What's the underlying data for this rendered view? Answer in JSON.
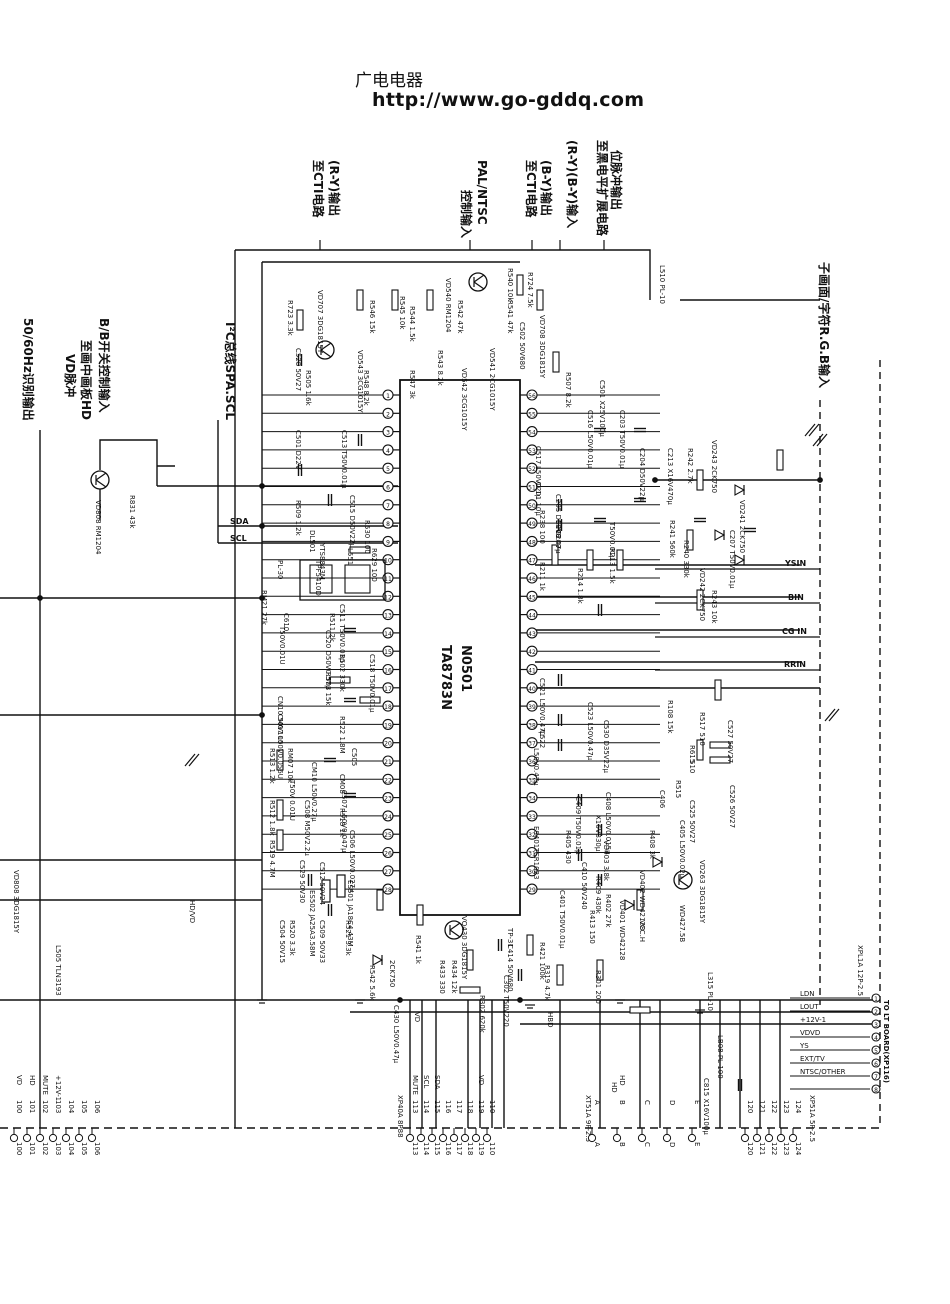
{
  "header": {
    "site_name": "广电电器",
    "url": "http://www.go-gddq.com"
  },
  "ic": {
    "designator": "N0501",
    "part_number": "TA8783N"
  },
  "vertical_labels": {
    "ry_out": "(R-Y)输出",
    "ry_out_dest": "至CTI电路",
    "pal_ntsc": "PAL/NTSC",
    "pal_ntsc_ctrl": "控制输入",
    "by_out": "(B-Y)输出",
    "by_out_dest": "至CTI电路",
    "ry_by_in": "(R-Y)(B-Y)输入",
    "pos_pulse_out": "位脉冲输出",
    "pos_pulse_dest": "至黑电平扩展电路",
    "subpic_rgb_in": "子画面/字符R.G.B输入",
    "i2c_bus": "I²C总线SPA.SCL",
    "bb_switch": "B/B开关控制输入",
    "hd_dest": "至画中画板HD",
    "vd_pulse": "VD脉冲",
    "fiftysixty": "50/60Hz识别输出"
  },
  "bus_labels": {
    "sda": "SDA",
    "scl": "SCL",
    "ysin": "YSIN",
    "bin": "BIN",
    "gin": "CG IN",
    "rin": "RRIN"
  },
  "components": [
    {
      "id": "c_r723",
      "text": "R723 3.3k"
    },
    {
      "id": "c_vd707",
      "text": "VD707 3DG1815Y"
    },
    {
      "id": "c_r546",
      "text": "R546 15k"
    },
    {
      "id": "c_r545",
      "text": "R545 10k"
    },
    {
      "id": "c_r544",
      "text": "R544 1.5k"
    },
    {
      "id": "c_vd540",
      "text": "VD540 RM1204"
    },
    {
      "id": "c_r540",
      "text": "R540 10k"
    },
    {
      "id": "c_r724",
      "text": "R724 7.5k"
    },
    {
      "id": "c_r541",
      "text": "R541 47k"
    },
    {
      "id": "c_r542",
      "text": "R542 47k"
    },
    {
      "id": "c_c502",
      "text": "C502 50V680"
    },
    {
      "id": "c_vd708",
      "text": "VD708 3DG1815Y"
    },
    {
      "id": "c_c528",
      "text": "C528 50V27"
    },
    {
      "id": "c_r505",
      "text": "R505 1.6k"
    },
    {
      "id": "c_vd543",
      "text": "VD543 3CG1015Y"
    },
    {
      "id": "c_r543",
      "text": "R543 8.2k"
    },
    {
      "id": "c_vd541",
      "text": "VD541 2CG1015Y"
    },
    {
      "id": "c_r548",
      "text": "R548 8.2k"
    },
    {
      "id": "c_r547",
      "text": "R547 3k"
    },
    {
      "id": "c_vd542",
      "text": "VD542 3CG1015Y"
    },
    {
      "id": "c_c513",
      "text": "C513 T50V0.01μ"
    },
    {
      "id": "c_c501",
      "text": "C501 D22V"
    },
    {
      "id": "c_r509",
      "text": "R509 1.2k"
    },
    {
      "id": "c_c515",
      "text": "C515 D50V22μ"
    },
    {
      "id": "c_r530",
      "text": "R530 100"
    },
    {
      "id": "c_dl501",
      "text": "DL501"
    },
    {
      "id": "c_yts",
      "text": "YTS8843M"
    },
    {
      "id": "c_l551",
      "text": "L551"
    },
    {
      "id": "c_r629",
      "text": "R629 100"
    },
    {
      "id": "c_tpf",
      "text": "TPF5410D"
    },
    {
      "id": "c_pl30",
      "text": "PL-30"
    },
    {
      "id": "c_rm21",
      "text": "RM21 27k"
    },
    {
      "id": "c_c610",
      "text": "C610"
    },
    {
      "id": "c_r511",
      "text": "R511 2k"
    },
    {
      "id": "c_c511",
      "text": "C511 T50V0.01μ"
    },
    {
      "id": "c_t50u",
      "text": "T50V0.01U"
    },
    {
      "id": "c_c520",
      "text": "C520 D50V0.57μ"
    },
    {
      "id": "c_r502",
      "text": "R502 330k"
    },
    {
      "id": "c_c518",
      "text": "C518 T50V0.01μ"
    },
    {
      "id": "c_r503",
      "text": "R503 15k"
    },
    {
      "id": "c_c519",
      "text": "C519 D50V0.01μ"
    },
    {
      "id": "c_cn10",
      "text": "CN10 50V100"
    },
    {
      "id": "c_cm07",
      "text": "CM07 L50V0.056U"
    },
    {
      "id": "c_r522",
      "text": "R522 1.8M"
    },
    {
      "id": "c_r513",
      "text": "R513 1.2k"
    },
    {
      "id": "c_rm07",
      "text": "RM07 10k"
    },
    {
      "id": "c_c505",
      "text": "C505"
    },
    {
      "id": "c_cm10",
      "text": "CM10 L50V0.27μ"
    },
    {
      "id": "c_t50v001u",
      "text": "T50V 0.01U"
    },
    {
      "id": "c_cm08",
      "text": "CM08"
    },
    {
      "id": "c_c507",
      "text": "C507 L50V0.047μ"
    },
    {
      "id": "c_r512",
      "text": "R512 1.8k"
    },
    {
      "id": "c_c508",
      "text": "C508 M50V2.2μ"
    },
    {
      "id": "c_r518",
      "text": "R518 1k"
    },
    {
      "id": "c_r519",
      "text": "R519 4.7M"
    },
    {
      "id": "c_c506",
      "text": "C506 L50V0.027μ"
    },
    {
      "id": "c_c529",
      "text": "C529 50V30"
    },
    {
      "id": "c_c512",
      "text": "C512 50V24"
    },
    {
      "id": "c_c509",
      "text": "C509 50V33"
    },
    {
      "id": "c_c504",
      "text": "C504 50V15"
    },
    {
      "id": "c_r520",
      "text": "R520 3.3k"
    },
    {
      "id": "c_r521",
      "text": "R521 3.3k"
    },
    {
      "id": "c_es501",
      "text": "ES501 JA18C4.43M"
    },
    {
      "id": "c_es502",
      "text": "ES502 JA25A3.58M"
    },
    {
      "id": "c_r542b",
      "text": "R542 5.6k"
    },
    {
      "id": "c_d2ck",
      "text": "2CK750"
    },
    {
      "id": "c_r541b",
      "text": "R541 1k"
    },
    {
      "id": "c_r433",
      "text": "R433 330"
    },
    {
      "id": "c_r434",
      "text": "R434 12k"
    },
    {
      "id": "c_vq430",
      "text": "VQ430 3DG1815Y"
    },
    {
      "id": "c_tp31",
      "text": "TP-31"
    },
    {
      "id": "c_c414",
      "text": "C414 50V680"
    },
    {
      "id": "c_c430",
      "text": "C430 L50V0.47μ"
    },
    {
      "id": "c_r421",
      "text": "R421 100k"
    },
    {
      "id": "c_r302",
      "text": "R302 620k"
    },
    {
      "id": "c_r319",
      "text": "R319 4.7k"
    },
    {
      "id": "c_c302",
      "text": "C302 T50V220"
    },
    {
      "id": "c_r301",
      "text": "R301 200"
    },
    {
      "id": "c_c501r",
      "text": "C501 X25V100μ"
    },
    {
      "id": "c_r507",
      "text": "R507 8.2k"
    },
    {
      "id": "c_c516",
      "text": "C516 L50V0.01μ"
    },
    {
      "id": "c_c203",
      "text": "C203 T50V0.01μ"
    },
    {
      "id": "c_c204",
      "text": "C204 D50V22μ"
    },
    {
      "id": "c_c213",
      "text": "C213 X16V470μ"
    },
    {
      "id": "c_r242",
      "text": "R242 2.7k"
    },
    {
      "id": "c_vd243",
      "text": "VD243 2CK750"
    },
    {
      "id": "c_c517",
      "text": "C517"
    },
    {
      "id": "c_l50v01",
      "text": "L50V0.1μ"
    },
    {
      "id": "c_c201",
      "text": "C201 10μ"
    },
    {
      "id": "c_c205",
      "text": "C205 D50V0.47μ"
    },
    {
      "id": "c_r238",
      "text": "R238 100"
    },
    {
      "id": "c_c208",
      "text": "C208"
    },
    {
      "id": "c_c209",
      "text": "C209"
    },
    {
      "id": "c_t50v01",
      "text": "T50V0.01μ"
    },
    {
      "id": "c_r241",
      "text": "R241 560k"
    },
    {
      "id": "c_r240",
      "text": "R240 330k"
    },
    {
      "id": "c_c207",
      "text": "C207 T50V0.01μ"
    },
    {
      "id": "c_vd241",
      "text": "VD241 2CK750"
    },
    {
      "id": "c_r211",
      "text": "R211 1k"
    },
    {
      "id": "c_r214",
      "text": "R214 1.8k"
    },
    {
      "id": "c_r213",
      "text": "R213 1.5k"
    },
    {
      "id": "c_vd242",
      "text": "VD242 2CK750"
    },
    {
      "id": "c_r243",
      "text": "R243 10k"
    },
    {
      "id": "c_c521",
      "text": "C521 L50V0.47μ"
    },
    {
      "id": "c_c523",
      "text": "C523 L50V0.47μ"
    },
    {
      "id": "c_c522",
      "text": "C522"
    },
    {
      "id": "c_c530",
      "text": "C530 D35V22μ"
    },
    {
      "id": "c_r108",
      "text": "R108 15k"
    },
    {
      "id": "c_r517",
      "text": "R517 510"
    },
    {
      "id": "c_c527",
      "text": "C527 50V27"
    },
    {
      "id": "c_l50v047",
      "text": "L50V0.47μ"
    },
    {
      "id": "c_r615",
      "text": "R615"
    },
    {
      "id": "c_r510",
      "text": "510"
    },
    {
      "id": "c_r515",
      "text": "R515"
    },
    {
      "id": "c_c525",
      "text": "C525 50V27"
    },
    {
      "id": "c_c526",
      "text": "C526 50V27"
    },
    {
      "id": "c_c409",
      "text": "C409 T50V0.01μ"
    },
    {
      "id": "c_c408",
      "text": "C408 L50V0.015μ"
    },
    {
      "id": "c_c406",
      "text": "C406"
    },
    {
      "id": "c_x16v330",
      "text": "X16V330μ"
    },
    {
      "id": "c_c405",
      "text": "C405 L50V0.02μ"
    },
    {
      "id": "c_es401",
      "text": "ES401"
    },
    {
      "id": "c_r405",
      "text": "R405 430"
    },
    {
      "id": "c_r408",
      "text": "R408 3k"
    },
    {
      "id": "c_vd403",
      "text": "VD403 3.8k"
    },
    {
      "id": "c_tcr",
      "text": "TCR1023"
    },
    {
      "id": "c_c410",
      "text": "C410 50V240"
    },
    {
      "id": "c_r409",
      "text": "R409 430k"
    },
    {
      "id": "c_vd402",
      "text": "VD402 WD42128"
    },
    {
      "id": "c_r402",
      "text": "R402 27k"
    },
    {
      "id": "c_c401",
      "text": "C401 T50V0.01μ"
    },
    {
      "id": "c_r413",
      "text": "R413 150"
    },
    {
      "id": "c_vd401",
      "text": "VD401 WD42128"
    },
    {
      "id": "c_vd263",
      "text": "VD263 3DG1815Y"
    },
    {
      "id": "c_wd",
      "text": "WD427.5B"
    },
    {
      "id": "c_vcc",
      "text": "VCC.H"
    },
    {
      "id": "c_l315",
      "text": "L315 PL-10"
    },
    {
      "id": "c_lb08",
      "text": "LB08 PL-100"
    },
    {
      "id": "c_c815",
      "text": "C815 X16V100μ"
    },
    {
      "id": "c_l510",
      "text": "L510 PL-10"
    },
    {
      "id": "c_vd808",
      "text": "VD808 RM1204"
    },
    {
      "id": "c_r831",
      "text": "R831 43k"
    },
    {
      "id": "c_l505",
      "text": "L505 TLN3193"
    },
    {
      "id": "c_vd808b",
      "text": "VD808 3DG1815Y"
    }
  ],
  "connector_right": {
    "title": "TO LT BOARD(XP116)",
    "part": "XPL1A 12P-2.5",
    "pins": [
      {
        "num": "1",
        "name": "LDN"
      },
      {
        "num": "2",
        "name": "LOUT"
      },
      {
        "num": "3",
        "name": "+12V-1"
      },
      {
        "num": "4",
        "name": "VDVD"
      },
      {
        "num": "5",
        "name": "YS"
      },
      {
        "num": "6",
        "name": "EXT/TV"
      },
      {
        "num": "7",
        "name": "NTSC/OTHER"
      },
      {
        "num": "8",
        "name": ""
      }
    ]
  },
  "bottom_connectors": [
    {
      "part": "XP40A 8P88",
      "pins": [
        "113",
        "114",
        "115",
        "116",
        "117",
        "118",
        "119",
        "110"
      ],
      "names": [
        "MUTE",
        "SCL",
        "SDA",
        "",
        "",
        "",
        "VD",
        ""
      ]
    },
    {
      "part": "XT51A 9P-2.5",
      "pins": [
        "A",
        "B",
        "C",
        "D",
        "E"
      ],
      "names": [
        "",
        "HD",
        "",
        "",
        ""
      ]
    },
    {
      "part": "XP51A 5P-2.5",
      "pins": [
        "120",
        "121",
        "122",
        "123",
        "124"
      ],
      "names": [
        "",
        "",
        "",
        "",
        ""
      ]
    },
    {
      "part": "",
      "pins": [
        "100",
        "101",
        "102",
        "103",
        "104",
        "105",
        "106"
      ],
      "names": [
        "VD",
        "HD",
        "MUTE",
        "+12V-1",
        "",
        "",
        ""
      ]
    }
  ],
  "bottom_signals": {
    "vd": "VD",
    "hd": "HD",
    "hbd": "HBD",
    "hd_vd": "HD/VD"
  }
}
